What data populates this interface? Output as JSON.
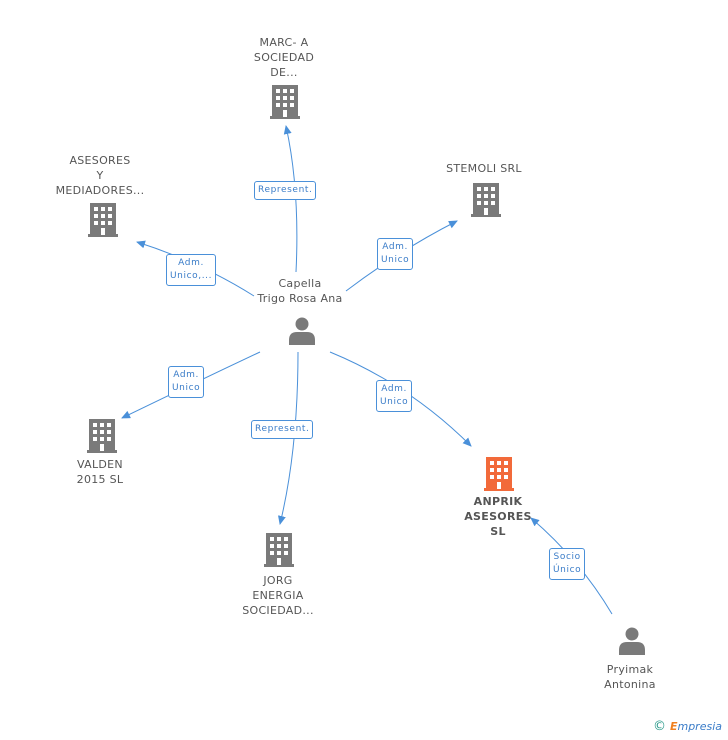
{
  "colors": {
    "edge": "#4a90d9",
    "building": "#7a7a7a",
    "focus_building": "#f26a3a",
    "person": "#7a7a7a"
  },
  "nodes": {
    "marc": {
      "lines": [
        "MARC- A",
        "SOCIEDAD",
        "DE..."
      ],
      "icon": "building-icon"
    },
    "asesores": {
      "lines": [
        "ASESORES",
        "Y",
        "MEDIADORES..."
      ],
      "icon": "building-icon"
    },
    "stemoli": {
      "lines": [
        "STEMOLI SRL"
      ],
      "icon": "building-icon"
    },
    "capella": {
      "lines": [
        "Capella",
        "Trigo Rosa Ana"
      ],
      "icon": "person-icon"
    },
    "valden": {
      "lines": [
        "VALDEN",
        "2015 SL"
      ],
      "icon": "building-icon"
    },
    "jorg": {
      "lines": [
        "JORG",
        "ENERGIA",
        "SOCIEDAD..."
      ],
      "icon": "building-icon"
    },
    "anprik": {
      "lines": [
        "ANPRIK",
        "ASESORES",
        "SL"
      ],
      "icon": "building-icon"
    },
    "pryimak": {
      "lines": [
        "Pryimak",
        "Antonina"
      ],
      "icon": "person-icon"
    }
  },
  "edges": {
    "to_marc": [
      "Represent."
    ],
    "to_asesores": [
      "Adm.",
      "Unico,..."
    ],
    "to_stemoli": [
      "Adm.",
      "Unico"
    ],
    "to_valden": [
      "Adm.",
      "Unico"
    ],
    "to_jorg": [
      "Represent."
    ],
    "to_anprik": [
      "Adm.",
      "Unico"
    ],
    "pryimak_to_anprik": [
      "Socio",
      "Único"
    ]
  },
  "footer": {
    "copyright": "©",
    "brand_first": "E",
    "brand_rest": "mpresia"
  }
}
